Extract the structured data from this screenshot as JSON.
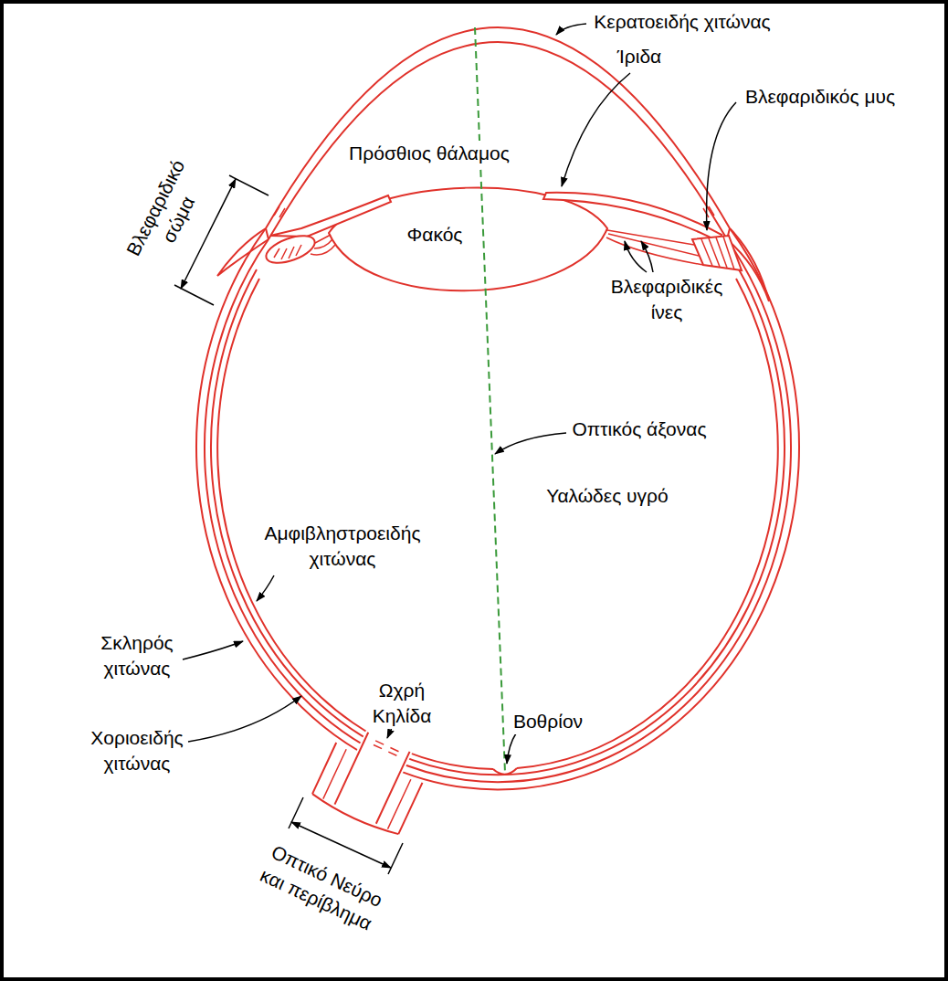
{
  "diagram": {
    "labels": [
      "Κερατοειδής χιτώνας",
      "Ίριδα",
      "Βλεφαριδικό σώμα",
      "Πρόσθιος θάλαμος",
      "Βλεφαριδικός μυς",
      "Φακός",
      "Βλεφαριδικές ίνες",
      "Οπτικός άξονας",
      "Υαλώδες υγρό",
      "Αμφιβληστροειδής χιτώνας",
      "Ωχρή Κηλίδα",
      "Βοθρίον",
      "Σκληρός χιτώνας",
      "Χοριοειδής χιτώνας",
      "Οπτικό Νεύρο και περίβλημα"
    ]
  }
}
